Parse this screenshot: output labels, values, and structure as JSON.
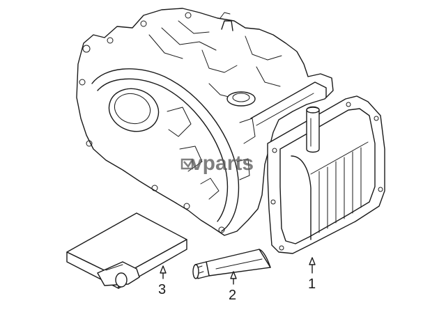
{
  "callouts": {
    "oil_pan": "1",
    "sealant_tube": "2",
    "filter_kit": "3"
  },
  "watermark": {
    "text": "vparts",
    "icon": "vparts-logo-icon",
    "color": "#555555"
  },
  "colors": {
    "line": "#1a1a1a",
    "background": "#ffffff"
  }
}
